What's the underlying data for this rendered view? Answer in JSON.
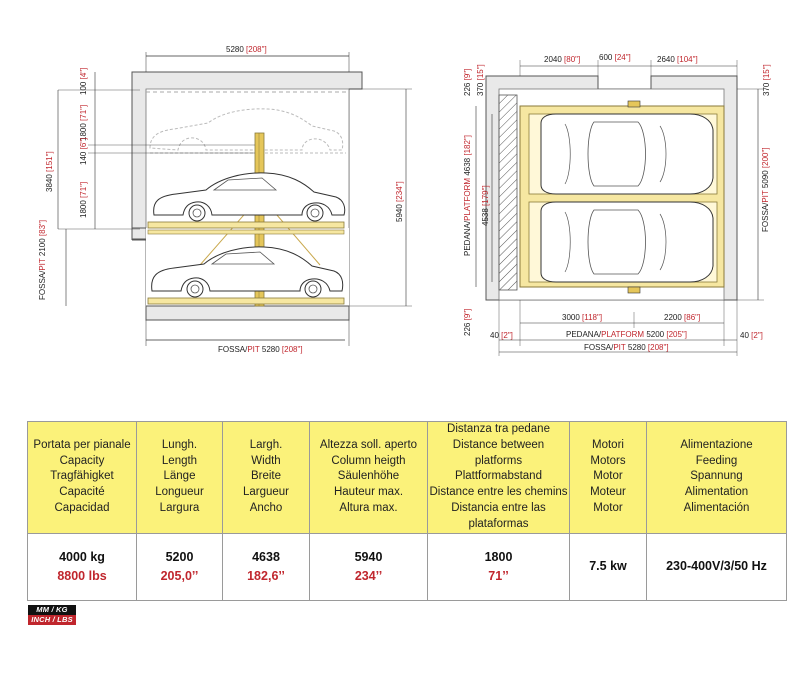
{
  "diagram": {
    "side_view": {
      "width_top": "5280",
      "width_top_in": "[208\"]",
      "roof_gap": "100",
      "roof_gap_in": "[4\"]",
      "clearance_top": "1800",
      "clearance_top_in": "[71\"]",
      "platform_thick": "140",
      "platform_thick_in": "[6\"]",
      "total_height": "3840",
      "total_height_in": "[151\"]",
      "clearance_mid": "1800",
      "clearance_mid_in": "[71\"]",
      "pit_label": "FOSSA/",
      "pit_label_red": "PIT",
      "pit_depth": "2100",
      "pit_depth_in": "[83\"]",
      "pit_width": "5280",
      "pit_width_in": "[208\"]",
      "overall_height": "5940",
      "overall_height_in": "[234\"]"
    },
    "plan_view": {
      "dim_left": "2040",
      "dim_left_in": "[80\"]",
      "dim_center": "600",
      "dim_center_in": "[24\"]",
      "dim_right": "2640",
      "dim_right_in": "[104\"]",
      "dim_top_left": "370",
      "dim_top_left_in": "[15\"]",
      "dim_top_right": "370",
      "dim_top_right_in": "[15\"]",
      "dim_226_top": "226",
      "dim_226_top_in": "[9\"]",
      "platform_height_label": "PEDANA/",
      "platform_height_label_red": "PLATFORM",
      "platform_height": "4638",
      "platform_height_in": "[182\"]",
      "inner_height": "4538",
      "inner_height_in": "[179\"]",
      "pit_height_label": "FOSSA/",
      "pit_height_label_red": "PIT",
      "pit_height": "5090",
      "pit_height_in": "[200\"]",
      "dim_226_bottom": "226",
      "dim_226_bottom_in": "[9\"]",
      "dim_bottom_left": "3000",
      "dim_bottom_left_in": "[118\"]",
      "dim_bottom_right": "2200",
      "dim_bottom_right_in": "[86\"]",
      "edge_left": "40",
      "edge_left_in": "[2\"]",
      "edge_right": "40",
      "edge_right_in": "[2\"]",
      "platform_width_label": "PEDANA/",
      "platform_width_label_red": "PLATFORM",
      "platform_width": "5200",
      "platform_width_in": "[205\"]",
      "pit_width_label": "FOSSA/",
      "pit_width_label_red": "PIT",
      "pit_width": "5280",
      "pit_width_in": "[208\"]"
    }
  },
  "specs": {
    "columns": [
      {
        "labels": [
          "Portata per pianale",
          "Capacity",
          "Tragfähigket",
          "Capacité",
          "Capacidad"
        ],
        "value": "4000 kg",
        "value_alt": "8800 lbs"
      },
      {
        "labels": [
          "Lungh.",
          "Length",
          "Länge",
          "Longueur",
          "Largura"
        ],
        "value": "5200",
        "value_alt": "205,0’’"
      },
      {
        "labels": [
          "Largh.",
          "Width",
          "Breite",
          "Largueur",
          "Ancho"
        ],
        "value": "4638",
        "value_alt": "182,6’’"
      },
      {
        "labels": [
          "Altezza soll. aperto",
          "Column heigth",
          "Säulenhöhe",
          "Hauteur max.",
          "Altura max."
        ],
        "value": "5940",
        "value_alt": "234’’"
      },
      {
        "labels": [
          "Distanza tra pedane",
          "Distance between platforms",
          "Plattformabstand",
          "Distance entre les chemins",
          "Distancia entre las plataformas"
        ],
        "value": "1800",
        "value_alt": "71’’"
      },
      {
        "labels": [
          "Motori",
          "Motors",
          "Motor",
          "Moteur",
          "Motor"
        ],
        "value": "7.5 kw",
        "value_alt": ""
      },
      {
        "labels": [
          "Alimentazione",
          "Feeding",
          "Spannung",
          "Alimentation",
          "Alimentación"
        ],
        "value": "230-400V/3/50 Hz",
        "value_alt": ""
      }
    ]
  },
  "legend": {
    "metric": "MM / KG",
    "imperial": "INCH / LBS"
  },
  "colors": {
    "header_yellow": "#fbf27a",
    "accent_red": "#c0262d",
    "platform_yellow": "#f6e7a1"
  }
}
